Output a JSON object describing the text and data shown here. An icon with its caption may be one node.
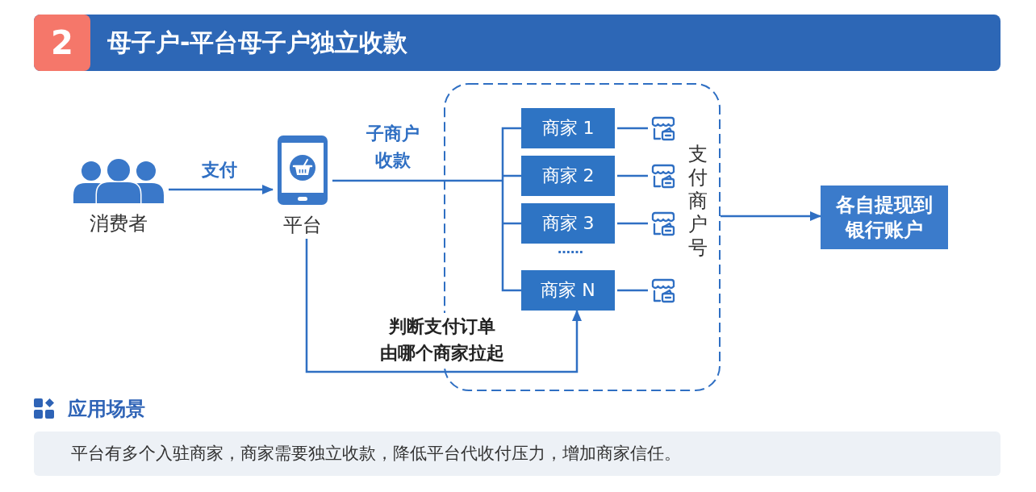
{
  "diagram": {
    "title": "母子户-平台母子户独立收款",
    "nodes": [
      {
        "text": [
          "消费者"
        ]
      },
      {
        "text": [
          "平台"
        ]
      },
      {
        "text": [
          "支付商户号"
        ]
      },
      {
        "text": [
          "商家 1"
        ],
        "in": 2
      },
      {
        "text": [
          "商家 2"
        ],
        "in": 2
      },
      {
        "text": [
          "商家 3"
        ],
        "in": 2
      },
      {
        "text": [
          "商家 N"
        ],
        "in": 2
      },
      {
        "text": [],
        "shape": "picture",
        "in": 2
      },
      {
        "text": [],
        "shape": "picture",
        "in": 2
      },
      {
        "text": [],
        "shape": "picture",
        "in": 2
      },
      {
        "text": [],
        "shape": "picture",
        "in": 2
      },
      {
        "text": [
          "各自提现到银行账户"
        ]
      }
    ],
    "edges": [
      {
        "from": 0,
        "to": 1,
        "arrow": "to",
        "label": "支付"
      },
      {
        "from": 1,
        "to": 3,
        "arrow": "none",
        "label": "子商户收款"
      },
      {
        "from": 1,
        "to": 4,
        "arrow": "none"
      },
      {
        "from": 1,
        "to": 5,
        "arrow": "none"
      },
      {
        "from": 1,
        "to": 6,
        "arrow": "none"
      },
      {
        "from": 1,
        "to": 6,
        "arrow": "to",
        "label": "判断支付订单由哪个商家拉起"
      },
      {
        "from": 3,
        "to": 7,
        "arrow": "none"
      },
      {
        "from": 4,
        "to": 8,
        "arrow": "none"
      },
      {
        "from": 5,
        "to": 9,
        "arrow": "none"
      },
      {
        "from": 6,
        "to": 10,
        "arrow": "none"
      },
      {
        "from": 2,
        "to": 11,
        "arrow": "to"
      }
    ],
    "labels": [
      "2",
      "……",
      "应用场景",
      "平台有多个入驻商家，商家需要独立收款，降低平台代收付压力，增加商家信任。"
    ]
  }
}
